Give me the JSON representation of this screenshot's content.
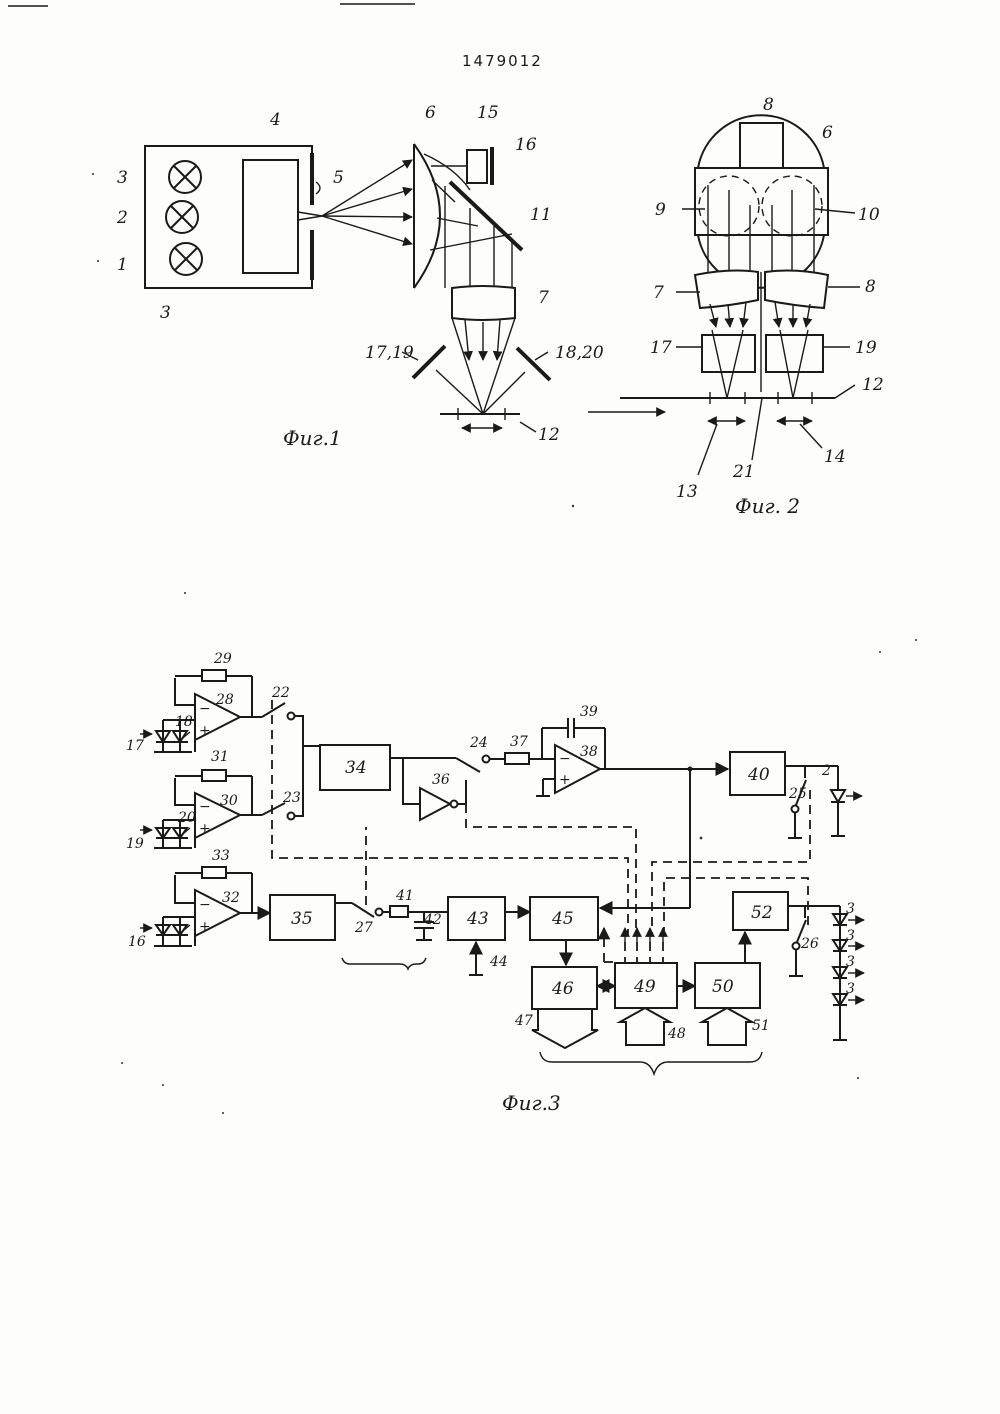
{
  "header": {
    "patent_number": "1479012"
  },
  "figures": {
    "fig1": {
      "caption": "Фиг.1",
      "labels": [
        "1",
        "2",
        "3",
        "3",
        "4",
        "5",
        "6",
        "7",
        "11",
        "12",
        "15",
        "16",
        "17,19",
        "18,20"
      ]
    },
    "fig2": {
      "caption": "Фиг. 2",
      "labels": [
        "6",
        "7",
        "8",
        "8",
        "9",
        "10",
        "12",
        "13",
        "14",
        "17",
        "19",
        "21"
      ]
    },
    "fig3": {
      "caption": "Фиг.3",
      "blocks": [
        "34",
        "35",
        "40",
        "43",
        "45",
        "46",
        "49",
        "50",
        "52"
      ],
      "amplifiers": [
        "28",
        "30",
        "32",
        "38"
      ],
      "amp_signs": {
        "minus": "−",
        "plus": "+"
      },
      "labels": [
        "16",
        "17",
        "18",
        "19",
        "20",
        "22",
        "23",
        "24",
        "25",
        "26",
        "27",
        "29",
        "31",
        "33",
        "36",
        "37",
        "39",
        "41",
        "42",
        "44",
        "47",
        "48",
        "51",
        "2",
        "3"
      ]
    }
  }
}
